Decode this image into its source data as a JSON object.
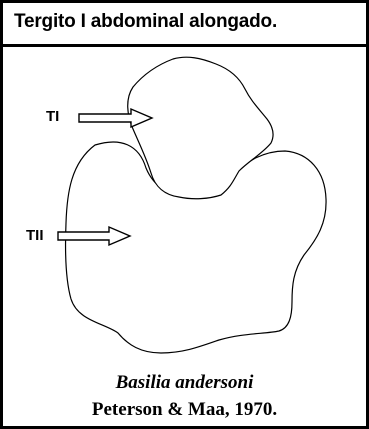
{
  "title": "Tergito I abdominal alongado.",
  "labels": {
    "tergite_1": "TI",
    "tergite_2": "TII"
  },
  "caption": {
    "species": "Basilia andersoni",
    "citation": "Peterson & Maa, 1970."
  },
  "colors": {
    "ink": "#000000",
    "background": "#ffffff"
  }
}
